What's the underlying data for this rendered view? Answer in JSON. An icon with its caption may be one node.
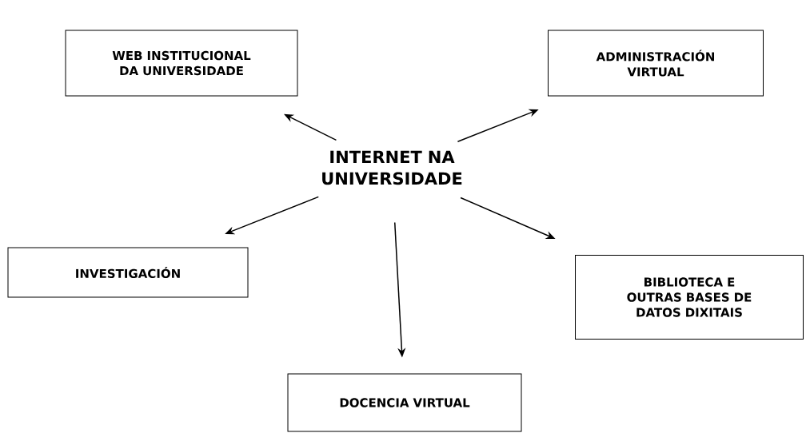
{
  "diagram": {
    "nodes": [
      {
        "text": [
          "INTERNET NA UNIVERSIDADE"
        ]
      },
      {
        "text": [
          "WEB INSTITUCIONAL DA UNIVERSIDADE"
        ]
      },
      {
        "text": [
          "ADMINISTRACIÓN VIRTUAL"
        ]
      },
      {
        "text": [
          "INVESTIGACIÓN"
        ]
      },
      {
        "text": [
          "BIBLIOTECA E OUTRAS BASES DE DATOS DIXITAIS"
        ]
      },
      {
        "text": [
          "DOCENCIA VIRTUAL"
        ]
      }
    ],
    "edges": [
      {
        "from": 0,
        "to": 1,
        "arrow": "to"
      },
      {
        "from": 0,
        "to": 2,
        "arrow": "to"
      },
      {
        "from": 0,
        "to": 3,
        "arrow": "to"
      },
      {
        "from": 0,
        "to": 4,
        "arrow": "to"
      },
      {
        "from": 0,
        "to": 5,
        "arrow": "to"
      }
    ]
  }
}
